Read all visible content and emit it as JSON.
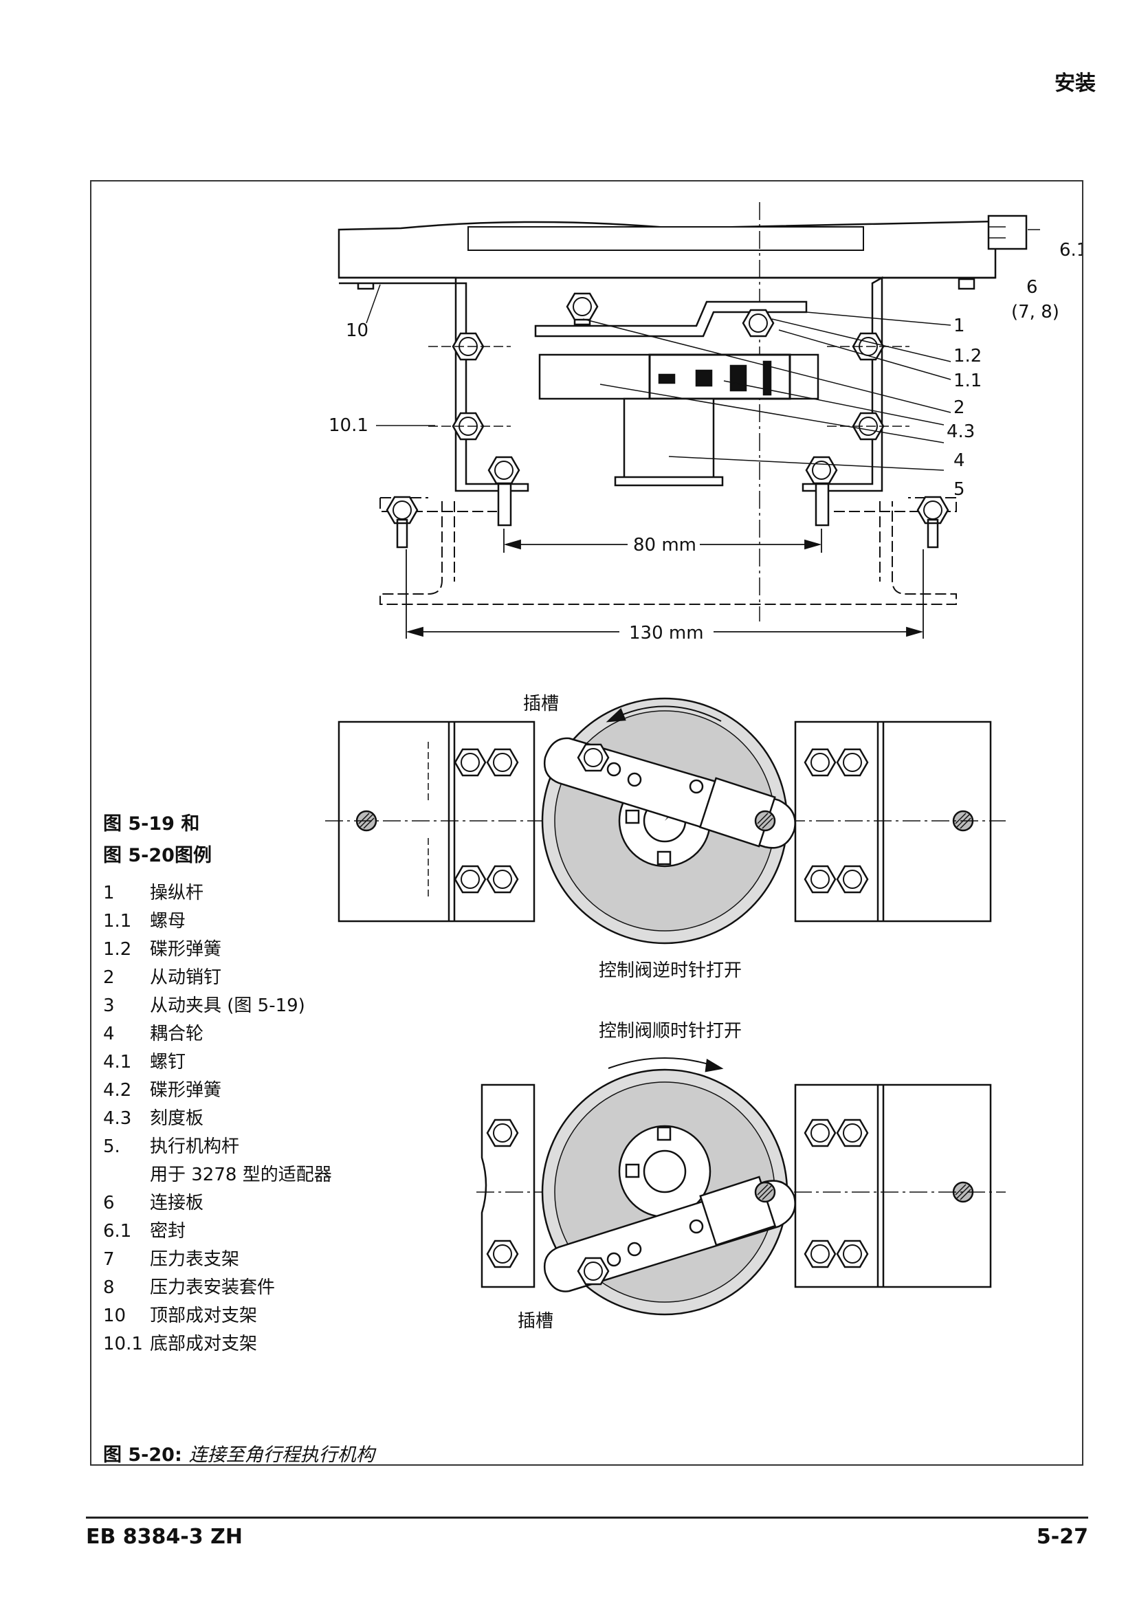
{
  "header": {
    "section": "安装"
  },
  "figure": {
    "top": {
      "labels": [
        "6.1",
        "6",
        "(7, 8)",
        "1",
        "1.2",
        "1.1",
        "2",
        "4.3",
        "4",
        "5",
        "10",
        "10.1"
      ],
      "dim_inner": "80 mm",
      "dim_outer": "130 mm"
    },
    "ccw": {
      "slot_label": "插槽",
      "caption": "控制阀逆时针打开"
    },
    "cw": {
      "caption": "控制阀顺时针打开",
      "slot_label": "插槽"
    }
  },
  "legend": {
    "title_line1": "图 5-19 和",
    "title_line2": "图 5-20图例",
    "items": [
      {
        "num": "1",
        "text": "操纵杆"
      },
      {
        "num": "1.1",
        "text": "螺母"
      },
      {
        "num": "1.2",
        "text": "碟形弹簧"
      },
      {
        "num": "2",
        "text": "从动销钉"
      },
      {
        "num": "3",
        "text": "从动夹具 (图 5-19)"
      },
      {
        "num": "4",
        "text": "耦合轮"
      },
      {
        "num": "4.1",
        "text": "螺钉"
      },
      {
        "num": "4.2",
        "text": "碟形弹簧"
      },
      {
        "num": "4.3",
        "text": "刻度板"
      },
      {
        "num": "5.",
        "text": "执行机构杆"
      },
      {
        "num": "",
        "text": "用于 3278 型的适配器"
      },
      {
        "num": "6",
        "text": "连接板"
      },
      {
        "num": "6.1",
        "text": "密封"
      },
      {
        "num": "7",
        "text": "压力表支架"
      },
      {
        "num": "8",
        "text": "压力表安装套件"
      },
      {
        "num": "10",
        "text": "顶部成对支架"
      },
      {
        "num": "10.1",
        "text": "底部成对支架"
      }
    ]
  },
  "caption": {
    "label": "图 5-20:",
    "text": "连接至角行程执行机构"
  },
  "footer": {
    "doc_id": "EB 8384-3 ZH",
    "page": "5-27"
  }
}
